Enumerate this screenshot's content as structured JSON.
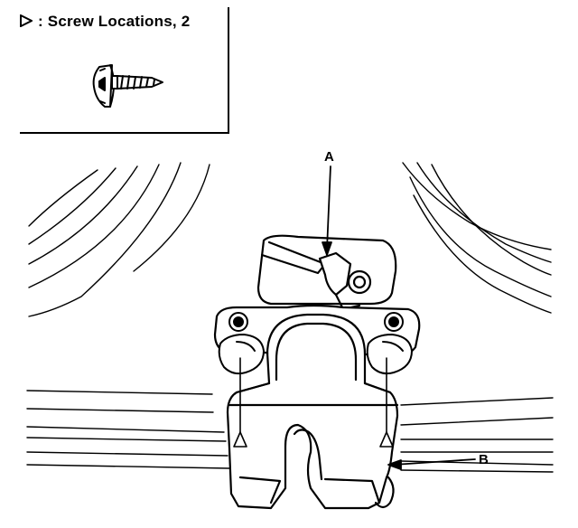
{
  "legend": {
    "symbol": "▷",
    "text": ": Screw Locations, 2",
    "icon": "screw-icon"
  },
  "callouts": {
    "a": "A",
    "b": "B"
  },
  "colors": {
    "ink": "#000000",
    "paper": "#ffffff"
  }
}
